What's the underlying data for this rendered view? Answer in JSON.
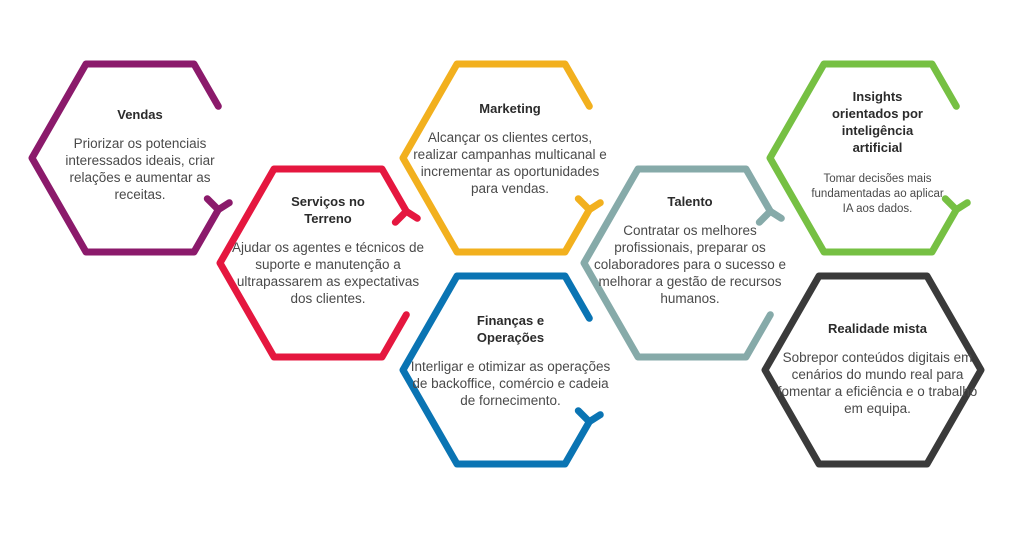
{
  "colors": {
    "vendas": "#8b1a6b",
    "servicos": "#e5173f",
    "marketing": "#f2b01e",
    "financas": "#0a74b3",
    "talento": "#86aaa9",
    "insights": "#76c043",
    "realidade": "#3a3a3a"
  },
  "nodes": {
    "vendas": {
      "title": "Vendas",
      "desc": "Priorizar os potenciais interessados ideais, criar relações e aumentar as receitas."
    },
    "servicos": {
      "title": "Serviços no Terreno",
      "desc": "Ajudar os agentes e técnicos de suporte e manutenção a ultrapassarem as expectativas dos clientes."
    },
    "marketing": {
      "title": "Marketing",
      "desc": "Alcançar os clientes certos, realizar campanhas multicanal e incrementar as oportunidades para vendas."
    },
    "financas": {
      "title": "Finanças e Operações",
      "desc": "Interligar e otimizar as operações de backoffice, comércio e cadeia de fornecimento."
    },
    "talento": {
      "title": "Talento",
      "desc": "Contratar os melhores profissionais, preparar os colaboradores para o sucesso e melhorar a gestão de recursos humanos."
    },
    "insights": {
      "title": "Insights orientados por inteligência artificial",
      "desc": "Tomar decisões mais fundamentadas ao aplicar IA aos dados."
    },
    "realidade": {
      "title": "Realidade mista",
      "desc": "Sobrepor conteúdos digitais em cenários do mundo real para fomentar a eficiência e o trabalho em equipa."
    }
  }
}
